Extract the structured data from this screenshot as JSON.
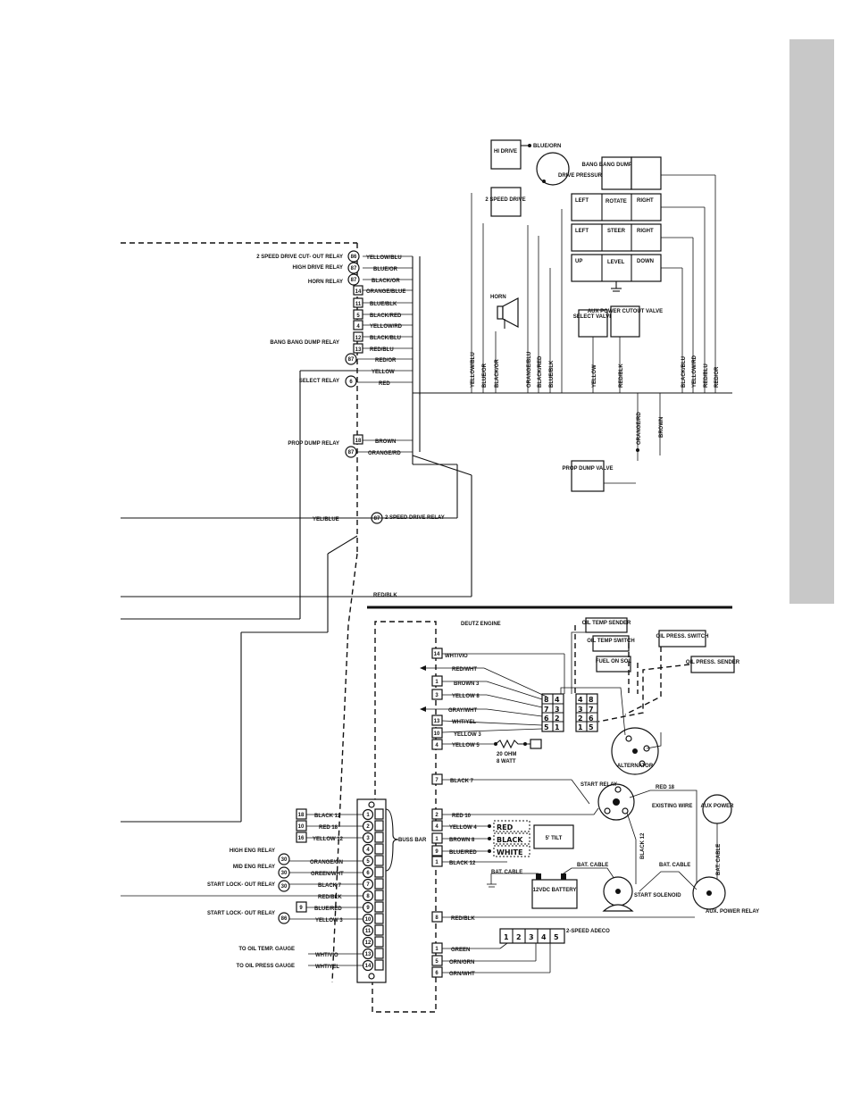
{
  "top_left": {
    "relays": [
      "2 SPEED DRIVE CUT- OUT RELAY",
      "HIGH DRIVE RELAY",
      "HORN RELAY",
      "BANG BANG DUMP RELAY",
      "SELECT RELAY",
      "PROP DUMP RELAY",
      "2 SPEED DRIVE RELAY"
    ],
    "terminals": [
      "86",
      "87",
      "87",
      "14",
      "11",
      "5",
      "4",
      "12",
      "13",
      "87",
      "6",
      "18",
      "87",
      "87"
    ],
    "wires": [
      "YELLOW/BLU",
      "BLUE/OR",
      "BLACK/OR",
      "ORANGE/BLUE",
      "BLUE/BLK",
      "BLACK/RED",
      "YELLOW/RD",
      "BLACK/BLU",
      "RED/BLU",
      "RED/OR",
      "YELLOW",
      "RED",
      "BROWN",
      "ORANGE/RD",
      "YEL/BLUE",
      "RED/BLK"
    ]
  },
  "top_right": {
    "boxes": [
      "HI DRIVE",
      "2 SPEED DRIVE",
      "DRIVE PRESSURE SWITCH",
      "BANG BANG DUMP VALVE",
      "LEFT",
      "ROTATE",
      "RIGHT",
      "LEFT",
      "STEER",
      "RIGHT",
      "UP",
      "LEVEL",
      "DOWN",
      "HORN",
      "SELECT VALVE",
      "AUX POWER CUTOUT VALVE",
      "PROP DUMP VALVE"
    ],
    "wire_label_blue_orn": "BLUE/ORN",
    "vertical_wires": [
      "YELLOW/BLU",
      "BLUE/OR",
      "BLACK/OR",
      "ORANGE/BLU",
      "BLACK/RED",
      "BLUE/BLK",
      "YELLOW",
      "RED/BLK",
      "BLACK/BLU",
      "YELLOW/RD",
      "RED/BLU",
      "RED/OR"
    ],
    "lower_wires": [
      "ORANGE/RD",
      "BROWN"
    ]
  },
  "engine": {
    "title": "DEUTZ ENGINE",
    "senders": [
      "OIL TEMP SENDER",
      "OIL TEMP SWITCH",
      "FUEL ON SOL",
      "OIL PRESS. SWITCH",
      "OIL PRESS. SENDER"
    ],
    "left_terminals": [
      "14",
      "1",
      "3",
      "13",
      "10",
      "4",
      "7",
      "2",
      "4",
      "9",
      "1",
      "1",
      "8",
      "1",
      "5",
      "6"
    ],
    "left_wires": [
      "WHT/VIO",
      "RED/WHT",
      "BROWN 3",
      "YELLOW 8",
      "GRAY/WHT",
      "WHT/YEL",
      "YELLOW 3",
      "YELLOW 5",
      "BLACK 7",
      "RED 10",
      "YELLOW 4",
      "BROWN 8",
      "BLUE/RED",
      "BLACK 12",
      "RED/BLK",
      "GREEN",
      "ORN/GRN",
      "GRN/WHT"
    ],
    "connector_a": [
      "8",
      "4",
      "7",
      "3",
      "6",
      "2",
      "5",
      "1"
    ],
    "connector_b": [
      "4",
      "8",
      "3",
      "7",
      "2",
      "6",
      "1",
      "5"
    ],
    "resistor": [
      "20 OHM",
      "8 WATT"
    ],
    "tilt": [
      "RED",
      "BLACK",
      "WHITE",
      "5' TILT"
    ],
    "alternator": "ALTERNATOR",
    "start_relay": "START RELAY",
    "existing_wire": "EXISTING WIRE",
    "battery": [
      "BAT. CABLE",
      "12VDC BATTERY",
      "BAT. CABLE"
    ],
    "start_solenoid": "START SOLENOID",
    "black12": "BLACK 12",
    "red18": "RED 18",
    "bat_cable_2": "BAT. CABLE",
    "aux_power": "AUX POWER",
    "aux_relay": "AUX. POWER RELAY",
    "bat_cable_vert": "BAT. CABLE",
    "adeco_title": "2-SPEED ADECO",
    "adeco_cells": [
      "1",
      "2",
      "3",
      "4",
      "5"
    ]
  },
  "buss": {
    "label": "BUSS BAR",
    "left_terminals": [
      "18",
      "10",
      "16",
      "9"
    ],
    "left_wires": [
      "BLACK 12",
      "RED 18",
      "YELLOW 12",
      "ORANGE/GN",
      "GREEN/WHT",
      "BLACK 7",
      "RED/BLK",
      "BLUE/RED",
      "YELLOW 3",
      "WHT/VIO",
      "WHT/YEL"
    ],
    "relays": [
      "HIGH ENG RELAY",
      "MID ENG RELAY",
      "START LOCK- OUT RELAY",
      "START LOCK- OUT RELAY",
      "TO OIL TEMP. GAUGE",
      "TO OIL PRESS GAUGE"
    ],
    "relay_terms": [
      "30",
      "30",
      "30",
      "86"
    ],
    "positions": [
      "1",
      "2",
      "3",
      "4",
      "5",
      "6",
      "7",
      "8",
      "9",
      "10",
      "11",
      "12",
      "13",
      "14"
    ]
  }
}
